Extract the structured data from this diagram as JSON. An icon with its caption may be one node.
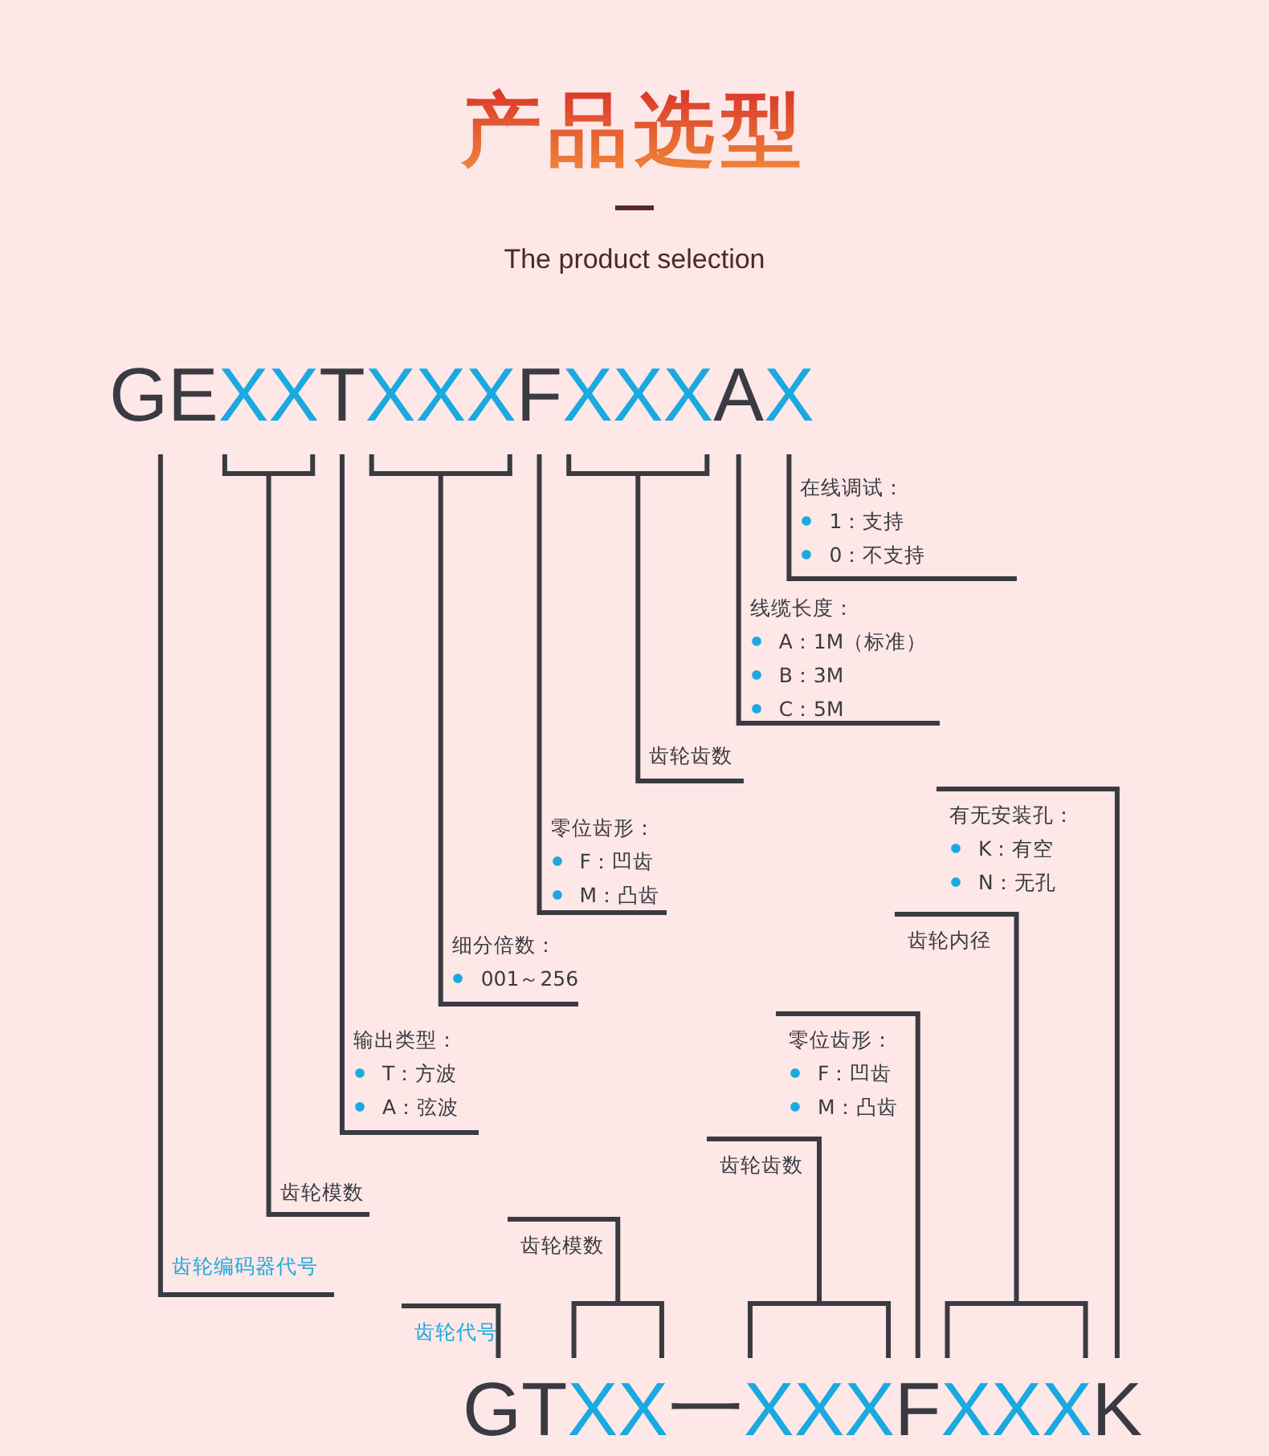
{
  "diagram": {
    "title": "产品选型",
    "nodes": [
      {
        "text": [
          "GE"
        ]
      },
      {
        "text": [
          "XX"
        ]
      },
      {
        "text": [
          "T"
        ]
      },
      {
        "text": [
          "XXX"
        ]
      },
      {
        "text": [
          "F"
        ]
      },
      {
        "text": [
          "XXX"
        ]
      },
      {
        "text": [
          "A"
        ]
      },
      {
        "text": [
          "X"
        ]
      },
      {
        "text": [
          "在线调试：",
          "1：支持",
          "0：不支持"
        ]
      },
      {
        "text": [
          "线缆长度：",
          "A：1M（标准）",
          "B：3M",
          "C：5M"
        ]
      },
      {
        "text": [
          "齿轮齿数"
        ]
      },
      {
        "text": [
          "零位齿形：",
          "F：凹齿",
          "M：凸齿"
        ]
      },
      {
        "text": [
          "细分倍数：",
          "001～256"
        ]
      },
      {
        "text": [
          "输出类型：",
          "T：方波",
          "A：弦波"
        ]
      },
      {
        "text": [
          "齿轮模数"
        ]
      },
      {
        "text": [
          "齿轮编码器代号"
        ]
      },
      {
        "text": [
          "GT"
        ]
      },
      {
        "text": [
          "XX"
        ]
      },
      {
        "text": [
          "一"
        ]
      },
      {
        "text": [
          "XXX"
        ]
      },
      {
        "text": [
          "F"
        ]
      },
      {
        "text": [
          "XXX"
        ]
      },
      {
        "text": [
          "K"
        ]
      },
      {
        "text": [
          "齿轮代号"
        ]
      },
      {
        "text": [
          "齿轮模数"
        ]
      },
      {
        "text": [
          "齿轮齿数"
        ]
      },
      {
        "text": [
          "零位齿形：",
          "F：凹齿",
          "M：凸齿"
        ]
      },
      {
        "text": [
          "齿轮内径"
        ]
      },
      {
        "text": [
          "有无安装孔：",
          "K：有空",
          "N：无孔"
        ]
      }
    ],
    "edges": [
      {
        "from": 15,
        "to": 0,
        "arrow": "none"
      },
      {
        "from": 14,
        "to": 1,
        "arrow": "none"
      },
      {
        "from": 13,
        "to": 2,
        "arrow": "none"
      },
      {
        "from": 12,
        "to": 3,
        "arrow": "none"
      },
      {
        "from": 11,
        "to": 4,
        "arrow": "none"
      },
      {
        "from": 10,
        "to": 5,
        "arrow": "none"
      },
      {
        "from": 9,
        "to": 6,
        "arrow": "none"
      },
      {
        "from": 8,
        "to": 7,
        "arrow": "none"
      },
      {
        "from": 23,
        "to": 16,
        "arrow": "none"
      },
      {
        "from": 24,
        "to": 17,
        "arrow": "none"
      },
      {
        "from": 25,
        "to": 19,
        "arrow": "none"
      },
      {
        "from": 26,
        "to": 20,
        "arrow": "none"
      },
      {
        "from": 27,
        "to": 21,
        "arrow": "none"
      },
      {
        "from": 28,
        "to": 22,
        "arrow": "none"
      }
    ],
    "labels": [
      "The product selection"
    ]
  }
}
